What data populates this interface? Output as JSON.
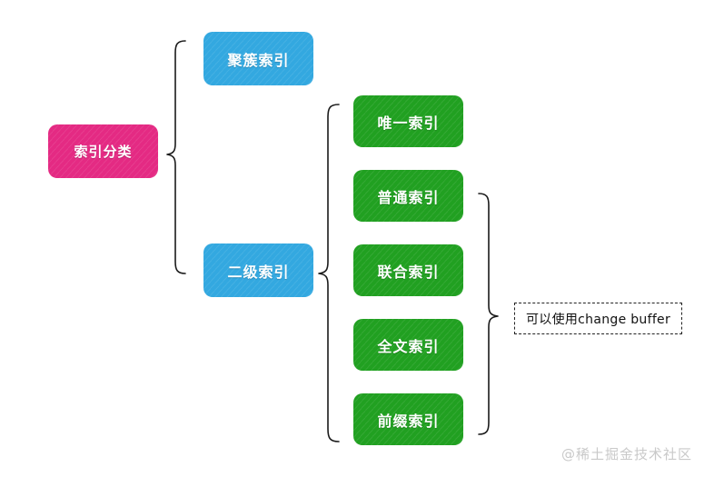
{
  "diagram": {
    "title_node": {
      "label": "索引分类",
      "color": "#e42a83"
    },
    "level_two": {
      "color": "#33a8e0",
      "items": [
        {
          "label": "聚簇索引"
        },
        {
          "label": "二级索引"
        }
      ]
    },
    "level_three": {
      "color": "#21a021",
      "items": [
        {
          "label": "唯一索引"
        },
        {
          "label": "普通索引"
        },
        {
          "label": "联合索引"
        },
        {
          "label": "全文索引"
        },
        {
          "label": "前缀索引"
        }
      ]
    },
    "annotation": {
      "text": "可以使用change buffer",
      "border_style": "dashed",
      "border_color": "#222222"
    },
    "braces": [
      {
        "name": "root-to-level-two",
        "direction": "left-opening"
      },
      {
        "name": "secondary-to-level-three",
        "direction": "left-opening"
      },
      {
        "name": "level-three-to-annotation",
        "direction": "right-opening"
      }
    ]
  },
  "watermark": {
    "text": "@稀土掘金技术社区",
    "color": "#c9c9c9"
  }
}
